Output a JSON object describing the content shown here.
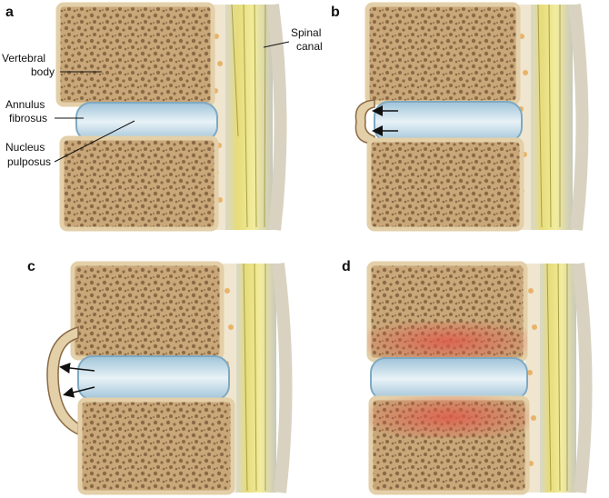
{
  "figure": {
    "panels": [
      {
        "letter": "a",
        "condition": "normal"
      },
      {
        "letter": "b",
        "condition": "annulus-bulge"
      },
      {
        "letter": "c",
        "condition": "annulus-extrusion"
      },
      {
        "letter": "d",
        "condition": "endplate-inflammation"
      }
    ],
    "labels": {
      "spinal_canal": [
        "Spinal",
        "canal"
      ],
      "vertebral_body": [
        "Vertebral",
        "body"
      ],
      "annulus_fibrosus": [
        "Annulus",
        "fibrosus"
      ],
      "nucleus_pulposus": [
        "Nucleus",
        "pulposus"
      ]
    },
    "colors": {
      "bone": "#c9a779",
      "bone_dark": "#8a6a45",
      "cortex": "#e3cfa8",
      "disc": "#cfe3ee",
      "disc_edge": "#7fa9c2",
      "nerve_yellow": "#e6dc7a",
      "inflammation_red": "#e05a4a",
      "fat_orange": "#e8b36a"
    }
  }
}
